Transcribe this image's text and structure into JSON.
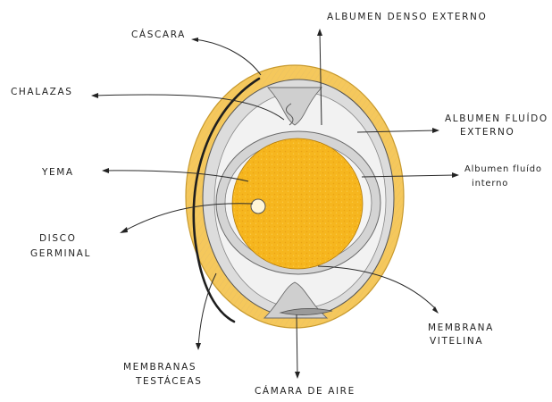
{
  "diagram": {
    "labels": {
      "cascara": "CÁSCARA",
      "albumen_denso": "ALBUMEN DENSO EXTERNO",
      "chalazas": "CHALAZAS",
      "albumen_fluido_ext_1": "ALBUMEN FLUÍDO",
      "albumen_fluido_ext_2": "EXTERNO",
      "yema": "YEMA",
      "albumen_fluido_int_1": "Albumen fluído",
      "albumen_fluido_int_2": "interno",
      "disco_1": "DISCO",
      "disco_2": "GERMINAL",
      "membrana_vit_1": "MEMBRANA",
      "membrana_vit_2": "VITELINA",
      "membranas_test_1": "MEMBRANAS",
      "membranas_test_2": "TESTÁCEAS",
      "camara": "CÁMARA DE AIRE"
    },
    "colors": {
      "yolk": "#f6b61e",
      "shell": "#f5c85c",
      "albumen": "#d9d9d9",
      "outline": "#1e1e1e"
    }
  }
}
